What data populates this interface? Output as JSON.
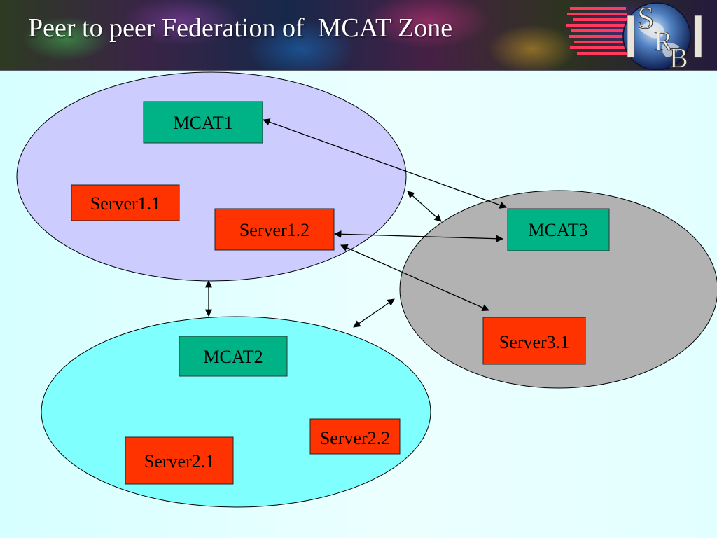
{
  "header": {
    "title": "Peer to peer Federation of  MCAT Zone",
    "logo": {
      "icon": "srb-globe-logo-icon",
      "letters": [
        "S",
        "R",
        "B"
      ]
    }
  },
  "diagram": {
    "zones": [
      {
        "id": "zone-1",
        "color": "#ccccff"
      },
      {
        "id": "zone-2",
        "color": "#80ffff"
      },
      {
        "id": "zone-3",
        "color": "#b2b2b2"
      }
    ],
    "nodes": [
      {
        "id": "mcat1",
        "label": "MCAT1",
        "kind": "mcat",
        "color": "#00b387"
      },
      {
        "id": "server1-1",
        "label": "Server1.1",
        "kind": "server",
        "color": "#ff3300"
      },
      {
        "id": "server1-2",
        "label": "Server1.2",
        "kind": "server",
        "color": "#ff3300"
      },
      {
        "id": "mcat2",
        "label": "MCAT2",
        "kind": "mcat",
        "color": "#00b387"
      },
      {
        "id": "server2-1",
        "label": "Server2.1",
        "kind": "server",
        "color": "#ff3300"
      },
      {
        "id": "server2-2",
        "label": "Server2.2",
        "kind": "server",
        "color": "#ff3300"
      },
      {
        "id": "mcat3",
        "label": "MCAT3",
        "kind": "mcat",
        "color": "#00b387"
      },
      {
        "id": "server3-1",
        "label": "Server3.1",
        "kind": "server",
        "color": "#ff3300"
      }
    ],
    "edges": [
      {
        "from": "mcat1",
        "to": "mcat3",
        "direction": "both"
      },
      {
        "from": "server1-2",
        "to": "mcat3",
        "direction": "both"
      },
      {
        "from": "server1-2",
        "to": "server3-1",
        "direction": "both"
      },
      {
        "from": "zone-1",
        "to": "zone-2",
        "direction": "both"
      },
      {
        "from": "zone-1",
        "to": "zone-3",
        "direction": "both"
      },
      {
        "from": "zone-2",
        "to": "zone-3",
        "direction": "both"
      }
    ]
  }
}
